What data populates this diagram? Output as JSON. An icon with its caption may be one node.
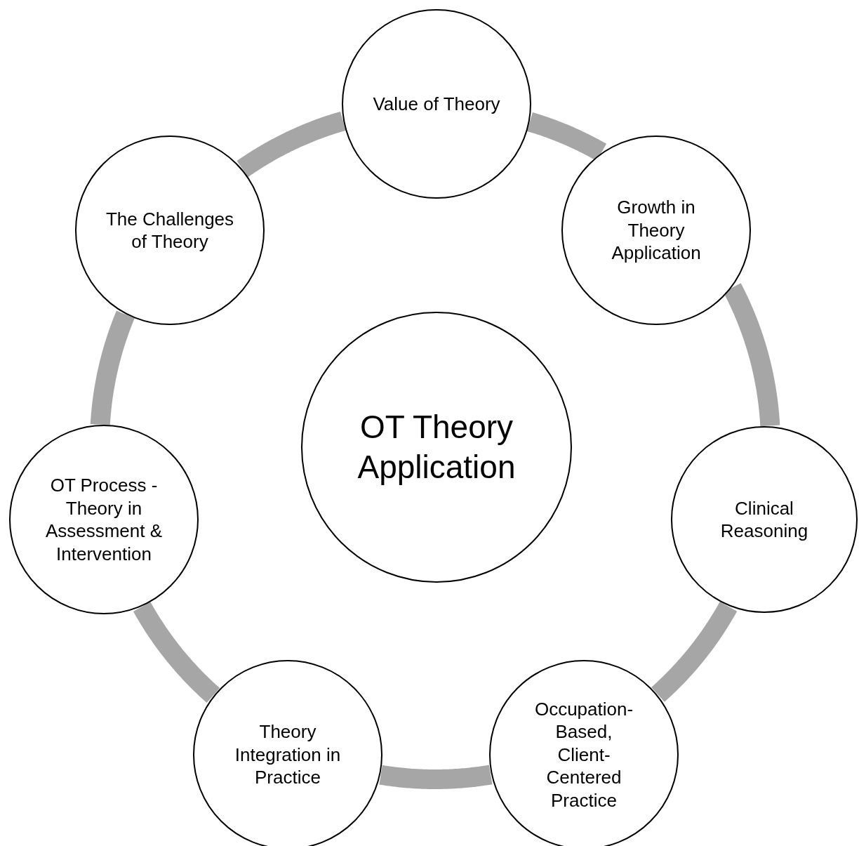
{
  "diagram": {
    "nodes": [
      {
        "text": [
          "OT Theory Application"
        ]
      },
      {
        "text": [
          "Value of Theory"
        ]
      },
      {
        "text": [
          "Growth in Theory Application"
        ]
      },
      {
        "text": [
          "Clinical Reasoning"
        ]
      },
      {
        "text": [
          "Occupation-Based, Client-Centered Practice"
        ]
      },
      {
        "text": [
          "Theory Integration in Practice"
        ]
      },
      {
        "text": [
          "OT Process - Theory in Assessment & Intervention"
        ]
      },
      {
        "text": [
          "The Challenges of Theory"
        ]
      }
    ],
    "edges": [
      {
        "from": 1,
        "to": 2,
        "arrow": "none"
      },
      {
        "from": 2,
        "to": 3,
        "arrow": "none"
      },
      {
        "from": 3,
        "to": 4,
        "arrow": "none"
      },
      {
        "from": 4,
        "to": 5,
        "arrow": "none"
      },
      {
        "from": 5,
        "to": 6,
        "arrow": "none"
      },
      {
        "from": 6,
        "to": 7,
        "arrow": "none"
      },
      {
        "from": 7,
        "to": 1,
        "arrow": "none"
      }
    ]
  }
}
